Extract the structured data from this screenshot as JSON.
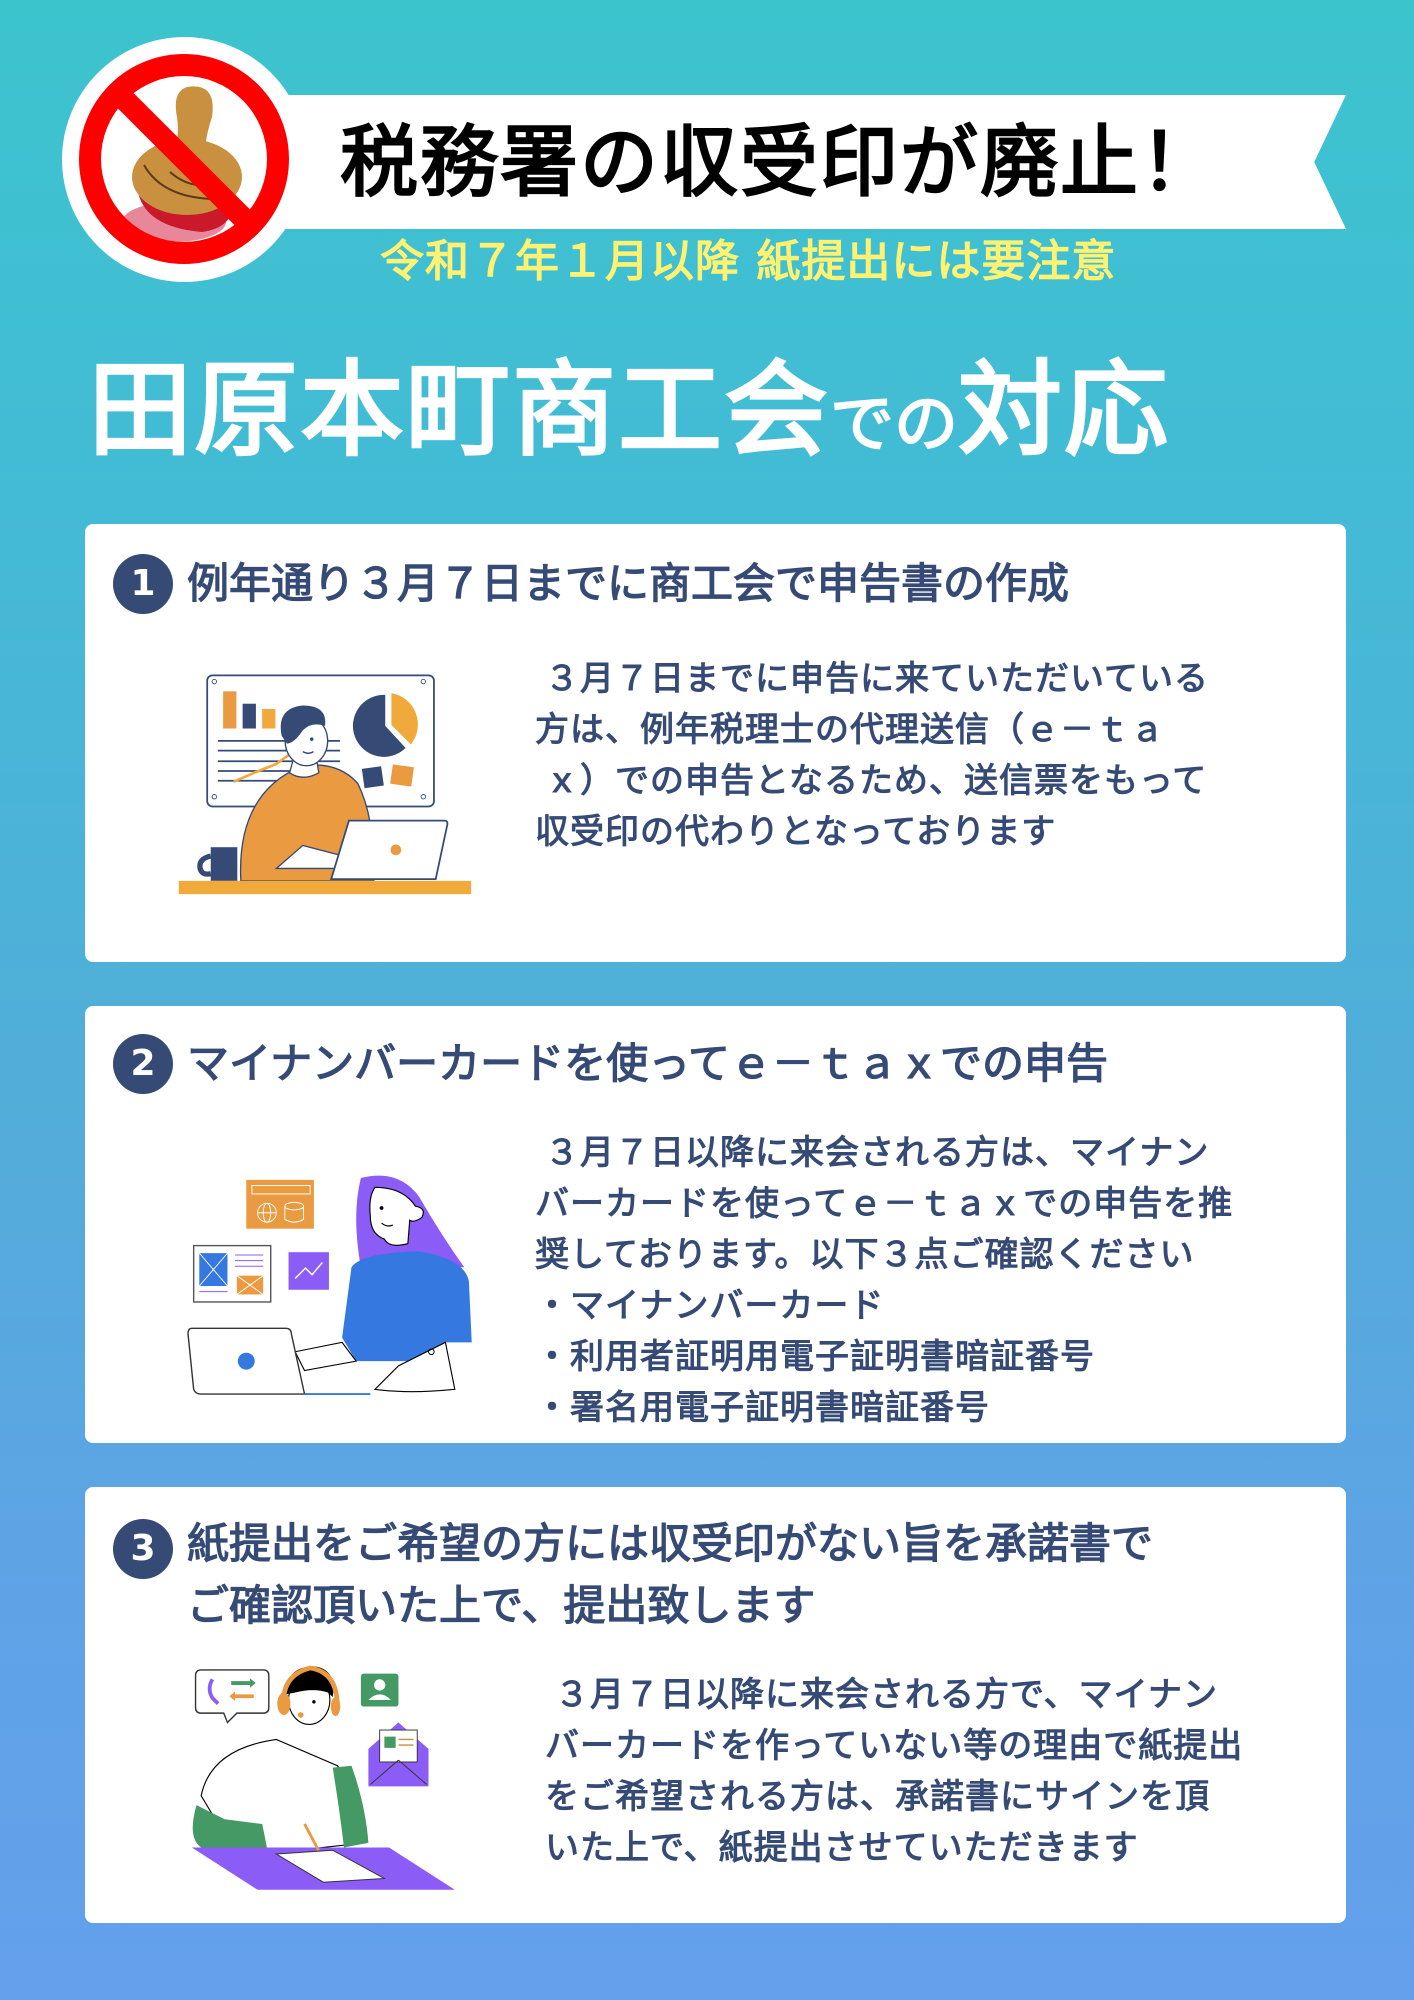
{
  "header": {
    "banner_title": "税務署の収受印が廃止！",
    "subtitle": "令和７年１月以降 紙提出には要注意",
    "no_sign_icon": "no-stamp-icon"
  },
  "main_title": {
    "part1": "田原本町商工会",
    "part2": "での",
    "part3": "対応"
  },
  "cards": [
    {
      "number": "1",
      "heading_lines": [
        "例年通り３月７日までに商工会で申告書の作成"
      ],
      "body_lines": [
        "３月７日までに申告に来ていただいている",
        "方は、例年税理士の代理送信（ｅ－ｔａ",
        "ｘ）での申告となるため、送信票をもって",
        "収受印の代わりとなっております"
      ],
      "illustration": "man-at-laptop-with-charts-illustration"
    },
    {
      "number": "2",
      "heading_lines": [
        "マイナンバーカードを使ってｅ－ｔａｘでの申告"
      ],
      "body_lines": [
        "３月７日以降に来会される方は、マイナン",
        "バーカードを使ってｅ－ｔａｘでの申告を推",
        "奨しております。以下３点ご確認ください",
        "・マイナンバーカード",
        "・利用者証明用電子証明書暗証番号",
        "・署名用電子証明書暗証番号"
      ],
      "illustration": "woman-at-laptop-illustration"
    },
    {
      "number": "3",
      "heading_lines": [
        "紙提出をご希望の方には収受印がない旨を承諾書で",
        "ご確認頂いた上で、提出致します"
      ],
      "body_lines": [
        "３月７日以降に来会される方で、マイナン",
        "バーカードを作っていない等の理由で紙提出",
        "をご希望される方は、承諾書にサインを頂",
        "いた上で、紙提出させていただきます"
      ],
      "illustration": "man-with-headset-writing-illustration"
    }
  ],
  "colors": {
    "bg_top": "#3cc4cd",
    "bg_bottom": "#64a0ec",
    "navy_text": "#354a74",
    "subtitle_yellow": "#fff272",
    "no_sign_red": "#ff0000",
    "orange": "#ea9a40",
    "purple": "#8b5cf6",
    "blue": "#3478e0",
    "green": "#459964"
  }
}
